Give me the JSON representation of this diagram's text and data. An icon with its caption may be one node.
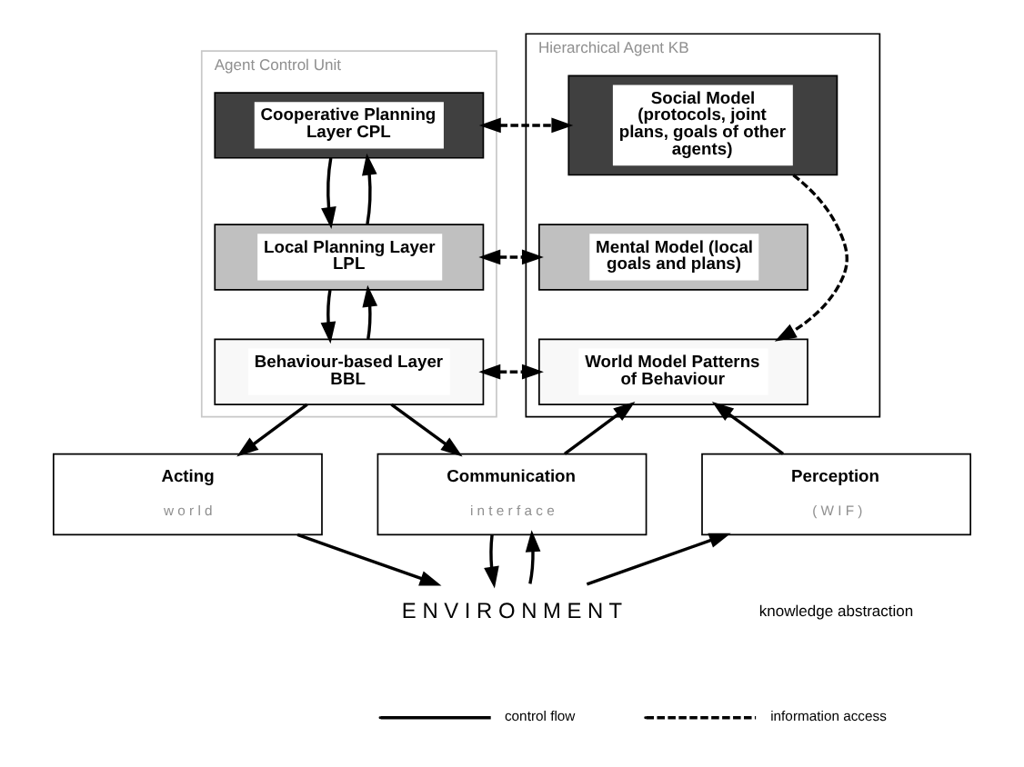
{
  "diagram": {
    "nodes": [
      {
        "text": [
          "Agent Control Unit"
        ]
      },
      {
        "text": [
          "Cooperative Planning Layer CPL"
        ],
        "in": 0
      },
      {
        "text": [
          "Local Planning Layer LPL"
        ],
        "in": 0
      },
      {
        "text": [
          "Behaviour-based Layer BBL"
        ],
        "in": 0
      },
      {
        "text": [
          "Hierarchical Agent KB"
        ]
      },
      {
        "text": [
          "Social Model (protocols, joint plans, goals of other agents)"
        ],
        "in": 4
      },
      {
        "text": [
          "Mental Model (local goals and plans)"
        ],
        "in": 4
      },
      {
        "text": [
          "World Model Patterns of Behaviour"
        ],
        "in": 4
      },
      {
        "text": [
          "Acting",
          "w o r l d"
        ]
      },
      {
        "text": [
          "Communication",
          "i n t e r f a c e"
        ]
      },
      {
        "text": [
          "Perception",
          "( W I F )"
        ]
      },
      {
        "text": [
          "E N V I R O N M E N T"
        ]
      }
    ],
    "edges": [
      {
        "from": 1,
        "to": 2,
        "arrow": "to"
      },
      {
        "from": 2,
        "to": 1,
        "arrow": "to"
      },
      {
        "from": 2,
        "to": 3,
        "arrow": "to"
      },
      {
        "from": 3,
        "to": 2,
        "arrow": "to"
      },
      {
        "from": 1,
        "to": 5,
        "arrow": "both",
        "style": "dashed"
      },
      {
        "from": 2,
        "to": 6,
        "arrow": "both",
        "style": "dashed"
      },
      {
        "from": 3,
        "to": 7,
        "arrow": "both",
        "style": "dashed"
      },
      {
        "from": 5,
        "to": 7,
        "arrow": "to",
        "style": "dashed"
      },
      {
        "from": 3,
        "to": 8,
        "arrow": "to"
      },
      {
        "from": 3,
        "to": 9,
        "arrow": "to"
      },
      {
        "from": 9,
        "to": 7,
        "arrow": "to"
      },
      {
        "from": 10,
        "to": 7,
        "arrow": "to"
      },
      {
        "from": 8,
        "to": 11,
        "arrow": "to"
      },
      {
        "from": 9,
        "to": 11,
        "arrow": "to"
      },
      {
        "from": 11,
        "to": 9,
        "arrow": "to"
      },
      {
        "from": 11,
        "to": 10,
        "arrow": "to"
      }
    ],
    "labels": [
      "knowledge abstraction"
    ],
    "legend": [
      {
        "text": "control flow"
      },
      {
        "text": "information access"
      }
    ]
  }
}
